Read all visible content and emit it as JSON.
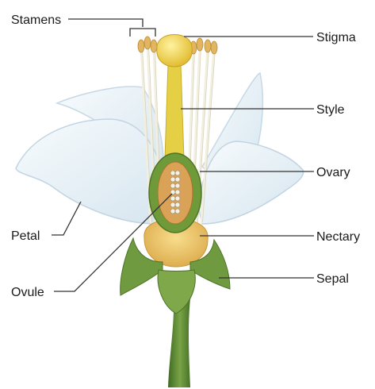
{
  "labels": {
    "stamens": "Stamens",
    "stigma": "Stigma",
    "style": "Style",
    "ovary": "Ovary",
    "petal": "Petal",
    "nectary": "Nectary",
    "ovule": "Ovule",
    "sepal": "Sepal"
  },
  "colors": {
    "petal_fill": "#e9f1f6",
    "petal_edge": "#c7d8e6",
    "anther": "#e2b660",
    "filament": "#f4f2e6",
    "pistil": "#e8d24a",
    "ovary_wall": "#6f9a3a",
    "ovary_inner": "#d9a256",
    "nectary": "#eec86a",
    "sepal": "#6f9a3f",
    "stem": "#4f7d2c",
    "leader_line": "#333333"
  }
}
